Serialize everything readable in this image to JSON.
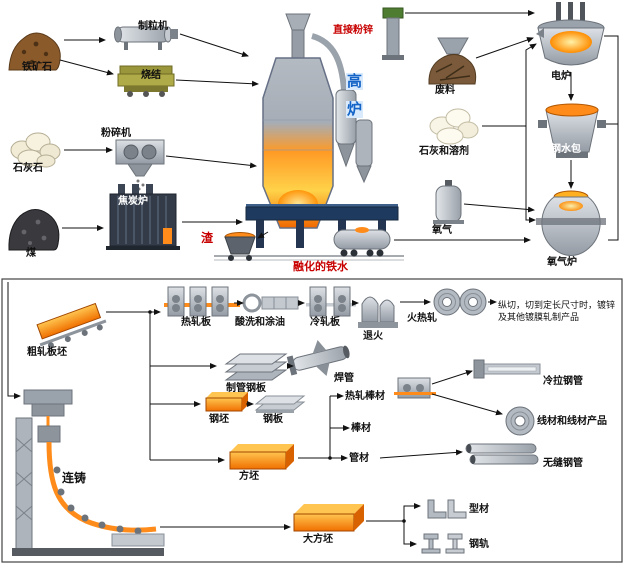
{
  "colors": {
    "background": "#ffffff",
    "red_label": "#c80000",
    "blue_label": "#1464c8",
    "molten_orange": "#ff8c1a",
    "steel_gray": "#9aa2ab",
    "navy_platform": "#1e3a5f"
  },
  "top": {
    "iron_ore": "铁矿石",
    "pelletizer": "制粒机",
    "sintering": "烧结",
    "crusher": "粉碎机",
    "limestone": "石灰石",
    "coke_oven": "焦炭炉",
    "coal": "煤",
    "blast_furnace_char1": "高",
    "blast_furnace_char2": "炉",
    "direct_powder_zinc": "直接粉锌",
    "slag": "渣",
    "molten_iron": "融化的铁水",
    "scrap": "废料",
    "electric_furnace": "电炉",
    "lime_and_flux": "石灰和溶剂",
    "ladle": "钢水包",
    "oxygen": "氧气",
    "oxygen_furnace": "氧气炉"
  },
  "bottom": {
    "rough_rolled_slab": "粗轧板坯",
    "hot_rolled_plate": "热轧板",
    "pickling_oiling": "酸洗和涂油",
    "cold_rolled_plate": "冷轧板",
    "annealing": "退火",
    "hot_rolling": "火热轧",
    "finishing_note": "纵切，切到定长尺寸时，镀锌及其他镀膜轧制产品",
    "pipe_plate": "制管钢板",
    "welded_pipe": "焊管",
    "billet": "钢坯",
    "steel_plate": "钢板",
    "hot_rolled_bar": "热轧棒材",
    "cold_drawn_pipe": "冷拉钢管",
    "bar": "棒材",
    "wire_products": "线材和线材产品",
    "pipe": "管材",
    "seamless_pipe": "无缝钢管",
    "square_billet": "方坯",
    "continuous_casting": "连铸",
    "bloom": "大方坯",
    "section_steel": "型材",
    "rail": "钢轨"
  }
}
